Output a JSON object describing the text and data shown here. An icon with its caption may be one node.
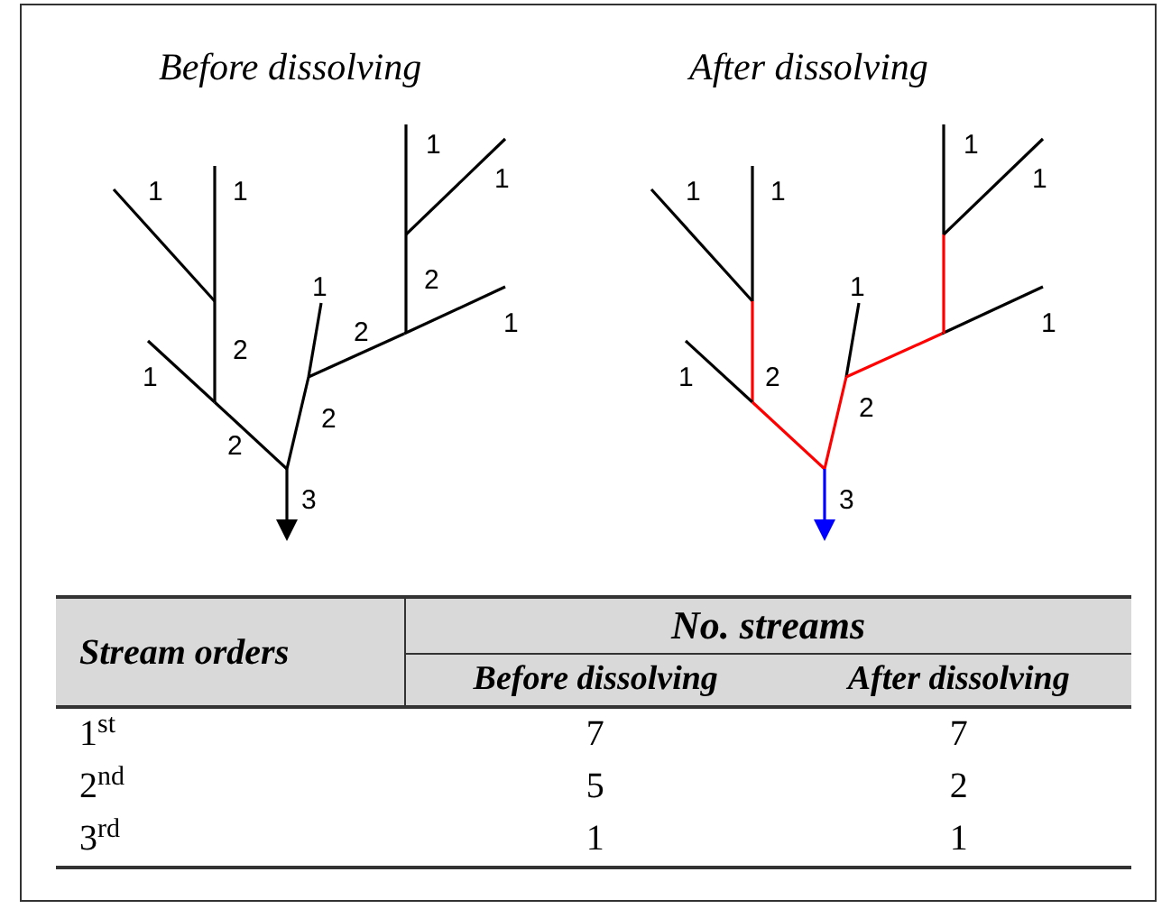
{
  "diagram": {
    "labels": [
      "Before dissolving",
      "After dissolving",
      "1",
      "1",
      "1",
      "1",
      "1",
      "2",
      "2",
      "1",
      "2",
      "1",
      "2",
      "2",
      "3",
      "1",
      "1",
      "1",
      "1",
      "1",
      "1",
      "1",
      "2",
      "2",
      "3",
      "Stream orders",
      "No. streams",
      "Before dissolving",
      "After dissolving",
      "1$^{st}$",
      "7",
      "7",
      "2$^{nd}$",
      "5",
      "2",
      "3$^{rd}$",
      "1",
      "1"
    ]
  }
}
